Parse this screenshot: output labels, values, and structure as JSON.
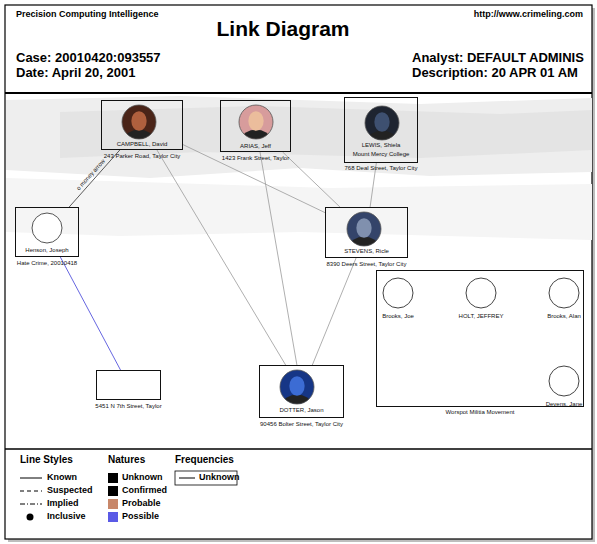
{
  "diagram": {
    "title": "Link Diagram",
    "nodes": [
      {
        "text": [
          "CAMPBELL, David",
          "243 Parker Road, Taylor City"
        ]
      },
      {
        "text": [
          "ARIAS, Jeff",
          "1423 Frank Street, Taylor"
        ]
      },
      {
        "text": [
          "LEWIS, Shiela",
          "Mount Mercy College",
          "768 Deal Street, Taylor City"
        ]
      },
      {
        "text": [
          "Henson, Joseph",
          "Hate Crime, 20010418"
        ]
      },
      {
        "text": [
          "STEVENS, Ricle",
          "8390 Deers Street, Taylor City"
        ]
      },
      {
        "text": [
          "Worspot Militia Movement"
        ]
      },
      {
        "text": [
          "Brooks, Joe"
        ],
        "in": 5
      },
      {
        "text": [
          "HOLT, JEFFREY"
        ],
        "in": 5
      },
      {
        "text": [
          "Brooks, Alan"
        ],
        "in": 5
      },
      {
        "text": [
          "Devens, Jane"
        ],
        "in": 5
      },
      {
        "text": [
          "5451 N 7th Street, Taylor"
        ]
      },
      {
        "text": [
          "DOTTER, Jason",
          "90456 Bolter Street, Taylor City"
        ]
      }
    ],
    "edges": [
      {
        "from": 0,
        "to": 3,
        "arrow": "none",
        "label": "o money arrow"
      },
      {
        "from": 3,
        "to": 10,
        "arrow": "none"
      },
      {
        "from": 0,
        "to": 4,
        "arrow": "none"
      },
      {
        "from": 0,
        "to": 11,
        "arrow": "none"
      },
      {
        "from": 1,
        "to": 4,
        "arrow": "none"
      },
      {
        "from": 1,
        "to": 11,
        "arrow": "none"
      },
      {
        "from": 2,
        "to": 4,
        "arrow": "none"
      },
      {
        "from": 4,
        "to": 11,
        "arrow": "none"
      }
    ],
    "labels": [
      "Precision Computing Intelligence",
      "http://www.crimeling.com",
      "Case: 20010420:093557",
      "Date: April 20, 2001",
      "Analyst: DEFAULT ADMINIS",
      "Description: 20 APR 01 AM",
      "Line Styles",
      "Natures",
      "Frequencies"
    ],
    "legend": [
      {
        "text": "Known"
      },
      {
        "text": "Suspected"
      },
      {
        "text": "Implied"
      },
      {
        "text": "Inclusive"
      },
      {
        "text": "Unknown",
        "color": "#000000"
      },
      {
        "text": "Confirmed",
        "color": "#000000"
      },
      {
        "text": "Probable",
        "color": "#c8876a"
      },
      {
        "text": "Possible",
        "color": "#5a5ae6"
      },
      {
        "text": "Unknown"
      }
    ]
  }
}
